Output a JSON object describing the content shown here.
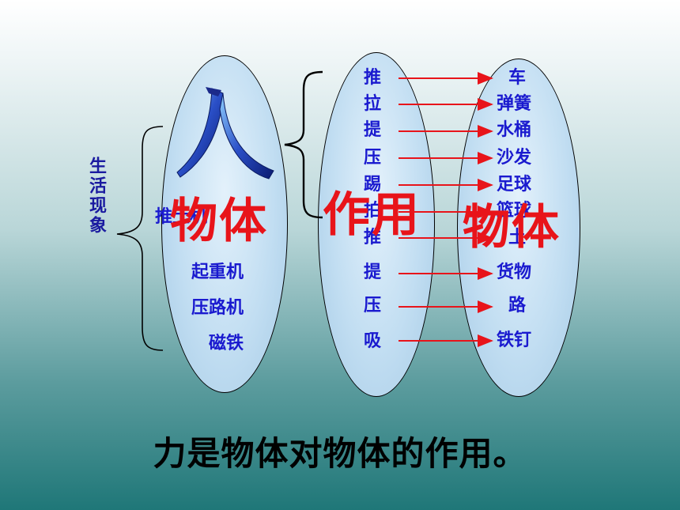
{
  "life_phenomena_label": "生活现象",
  "center_logo_char": "人",
  "big_labels": {
    "object_left": "物体",
    "action": "作用",
    "object_right": "物体"
  },
  "left_items": [
    "推土机",
    "起重机",
    "压路机",
    "磁铁"
  ],
  "middle_items": [
    "推",
    "拉",
    "提",
    "压",
    "踢",
    "拍",
    "推",
    "提",
    "压",
    "吸"
  ],
  "right_items": [
    "车",
    "弹簧",
    "水桶",
    "沙发",
    "足球",
    "篮球",
    "土",
    "货物",
    "路",
    "铁钉"
  ],
  "conclusion": "力是物体对物体的作用。",
  "colors": {
    "item_text": "#1a1acf",
    "big_label": "#e8141a",
    "arrow": "#e8141a"
  }
}
